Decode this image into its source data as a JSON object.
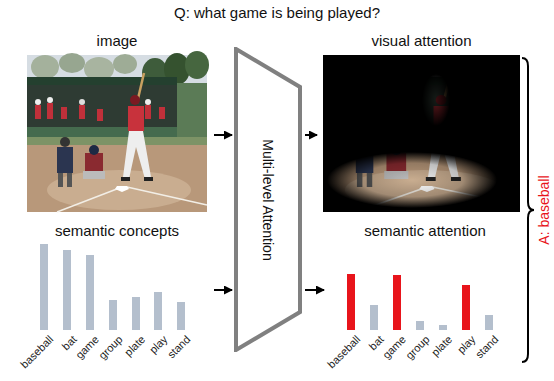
{
  "diagram": {
    "title": "Q: what game is being played?",
    "nodes": [
      {
        "text": [
          "image"
        ]
      },
      {
        "text": [
          "Multi-level Attention"
        ]
      },
      {
        "text": [
          "visual attention"
        ]
      },
      {
        "text": [
          "semantic concepts"
        ]
      },
      {
        "text": [
          "semantic attention"
        ]
      }
    ],
    "edges": [
      {
        "from": 0,
        "to": 1,
        "arrow": "to"
      },
      {
        "from": 3,
        "to": 1,
        "arrow": "to"
      },
      {
        "from": 1,
        "to": 2,
        "arrow": "to"
      },
      {
        "from": 1,
        "to": 4,
        "arrow": "to"
      }
    ],
    "labels": [
      "baseball",
      "bat",
      "game",
      "group",
      "plate",
      "play",
      "stand",
      "baseball",
      "bat",
      "game",
      "group",
      "plate",
      "play",
      "stand",
      "A: baseball"
    ]
  }
}
